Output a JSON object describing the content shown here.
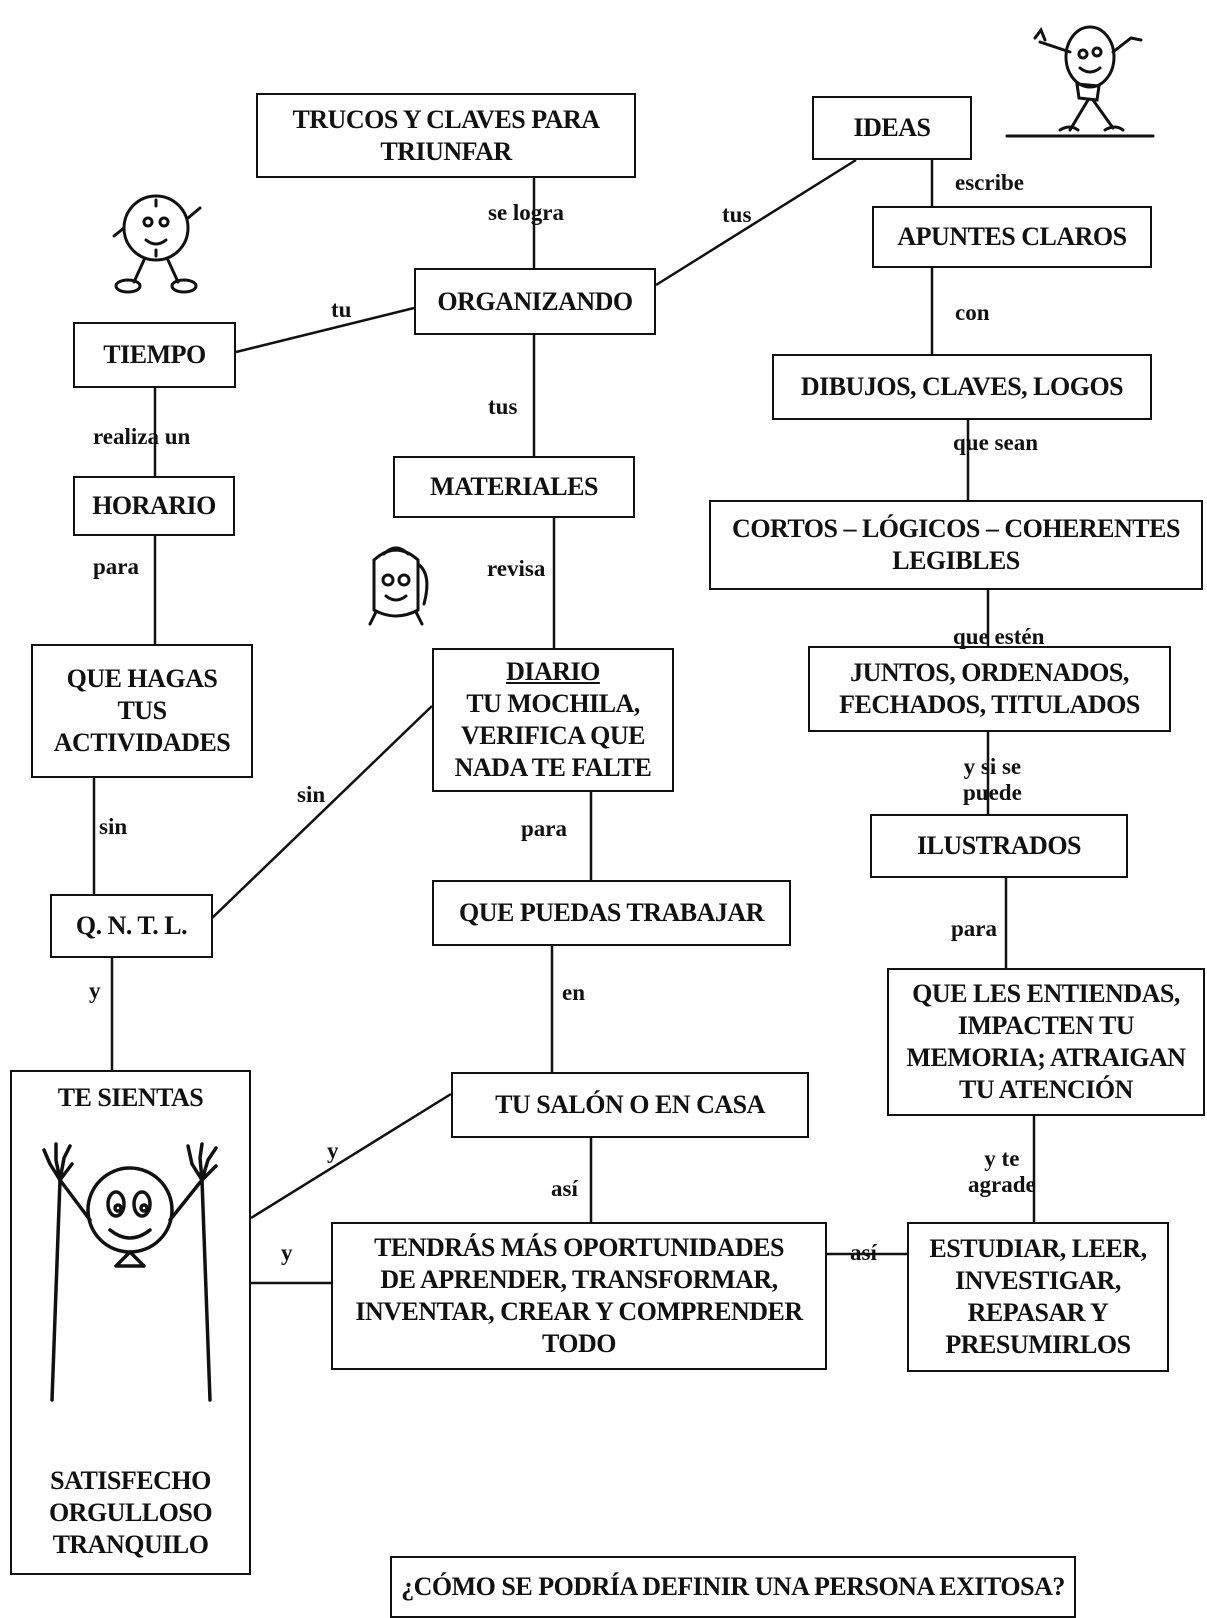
{
  "nodes": {
    "trucos": [
      "TRUCOS Y CLAVES PARA",
      "TRIUNFAR"
    ],
    "ideas": "IDEAS",
    "organizando": "ORGANIZANDO",
    "apuntes": "APUNTES CLAROS",
    "tiempo": "TIEMPO",
    "dibujos": "DIBUJOS, CLAVES, LOGOS",
    "materiales": "MATERIALES",
    "horario": "HORARIO",
    "cortos": [
      "CORTOS – LÓGICOS – COHERENTES",
      "LEGIBLES"
    ],
    "que_hagas": [
      "QUE HAGAS",
      "TUS",
      "ACTIVIDADES"
    ],
    "diario": [
      "DIARIO",
      "TU MOCHILA,",
      "VERIFICA QUE",
      "NADA TE FALTE"
    ],
    "juntos": [
      "JUNTOS, ORDENADOS,",
      "FECHADOS, TITULADOS"
    ],
    "ilustrados": "ILUSTRADOS",
    "qntl": "Q. N. T. L.",
    "que_puedas": "QUE PUEDAS TRABAJAR",
    "que_les": [
      "QUE LES ENTIENDAS,",
      "IMPACTEN TU",
      "MEMORIA; ATRAIGAN",
      "TU ATENCIÓN"
    ],
    "te_sientas_top": "TE SIENTAS",
    "te_sientas_bottom": [
      "SATISFECHO",
      "ORGULLOSO",
      "TRANQUILO"
    ],
    "tu_salon": "TU SALÓN O EN CASA",
    "tendras": [
      "TENDRÁS MÁS OPORTUNIDADES",
      "DE APRENDER, TRANSFORMAR,",
      "INVENTAR, CREAR Y  COMPRENDER",
      "TODO"
    ],
    "estudiar": [
      "ESTUDIAR, LEER,",
      "INVESTIGAR,",
      "REPASAR Y",
      "PRESUMIRLOS"
    ],
    "pregunta": "¿CÓMO SE PODRÍA DEFINIR UNA PERSONA EXITOSA?"
  },
  "links": {
    "se_logra": "se logra",
    "tus_ideas": "tus",
    "escribe": "escribe",
    "tu": "tu",
    "con": "con",
    "tus_materiales": "tus",
    "realiza_un": "realiza un",
    "que_sean": "que sean",
    "para_horario": "para",
    "revisa": "revisa",
    "que_esten": "que estén",
    "sin_diario": "sin",
    "sin_qntl": "sin",
    "y_si_se_puede": [
      "y si se",
      "puede"
    ],
    "para_diario": "para",
    "para_ilustrados": "para",
    "y_qntl": "y",
    "en": "en",
    "y_te_agrade": [
      "y te",
      "agrade"
    ],
    "y_salon": "y",
    "asi_salon": "así",
    "y_tendras": "y",
    "asi_estudiar": "así"
  },
  "icons": [
    "lightbulb-mascot-icon",
    "clock-mascot-icon",
    "backpack-mascot-icon",
    "happy-kid-icon"
  ]
}
